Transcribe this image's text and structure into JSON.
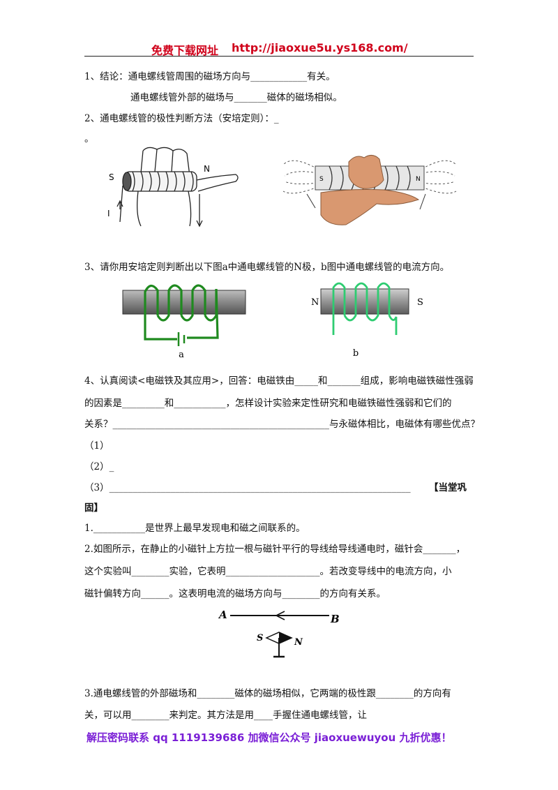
{
  "header": {
    "left": "免费下载网址",
    "right": "http://jiaoxue5u.ys168.com/"
  },
  "lines": {
    "l1": "1、结论：通电螺线管周围的磁场方向与____________有关。",
    "l2": "通电螺线管外部的磁场与_______磁体的磁场相似。",
    "l3": "2、通电螺线管的极性判断方法（安培定则）：_",
    "l4": "。",
    "l5": "3、请你用安培定则判断出以下图a中通电螺线管的N极，b图中通电螺线管的电流方向。",
    "l6": "4、认真阅读<电磁铁及其应用>，回答：电磁铁由_____和_______组成，影响电磁铁磁性强弱",
    "l7": "的因素是_________和___________，怎样设计实验来定性研究和电磁铁磁性强弱和它们的",
    "l8": "关系？______________________________________________与永磁体相比，电磁体有哪些优点？",
    "l9": "（1）",
    "l10": "（2）_",
    "l11": "（3）________________________________________________________________",
    "l11b": "【当堂巩",
    "l12": "固】",
    "l13": "1.___________是世界上最早发现电和磁之间联系的。",
    "l14": "2.如图所示，在静止的小磁针上方拉一根与磁针平行的导线给导线通电时，磁针会_______，",
    "l15": "这个实验叫________实验，它表明____________________。若改变导线中的电流方向，小",
    "l16": "磁针偏转方向______。这表明电流的磁场方向与________的方向有关系。",
    "l17": "3.通电螺线管的外部磁场和________磁体的磁场相似，它两端的极性跟________的方向有",
    "l18": "关，可以用________来判定。其方法是用____手握住通电螺线管，让"
  },
  "figures": {
    "hand1": {
      "s": "S",
      "n": "N",
      "i": "I"
    },
    "hand2": {
      "s": "S",
      "n": "N"
    },
    "a": {
      "label": "a"
    },
    "b": {
      "label": "b",
      "n": "N",
      "s": "S"
    },
    "needle": {
      "a": "A",
      "b": "B",
      "s": "S",
      "n": "N"
    }
  },
  "footer": "解压密码联系 qq  1119139686    加微信公众号 jiaoxuewuyou    九折优惠！",
  "colors": {
    "header": "#d0021b",
    "footer": "#7a1fd6",
    "coil_a": "#1f8a1f",
    "coil_b": "#2ecc71"
  }
}
